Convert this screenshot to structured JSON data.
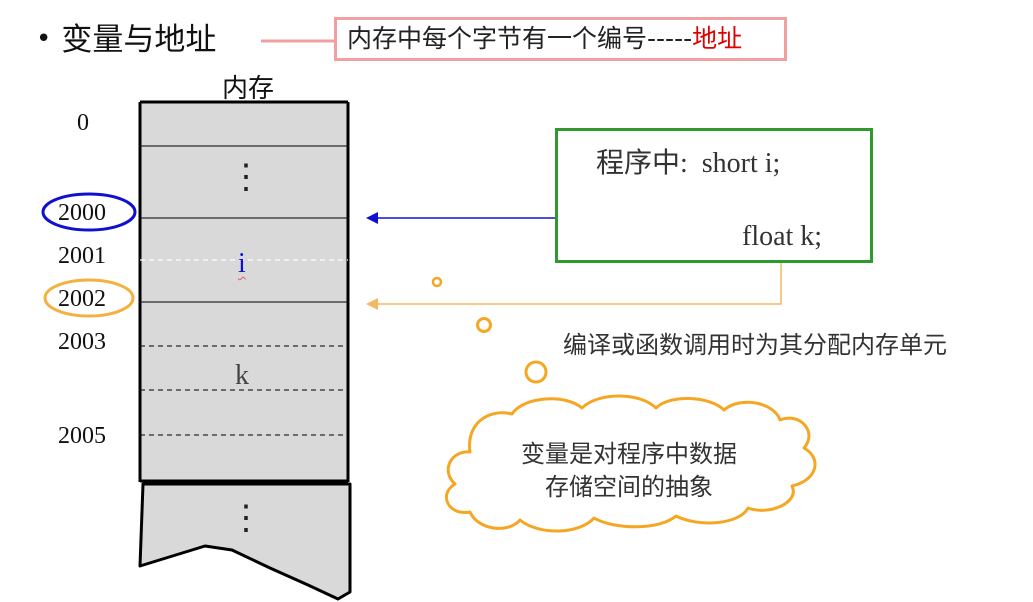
{
  "header": {
    "bullet": "•",
    "title": "变量与地址"
  },
  "note": {
    "text_main": "内存中每个字节有一个编号-----",
    "text_highlight": "地址"
  },
  "memory": {
    "label": "内存",
    "top_ellipsis": "⋮",
    "bottom_ellipsis": "⋮",
    "cell_i_label": "i",
    "cell_k_label": "k",
    "addresses": {
      "a0": "0",
      "a2000": "2000",
      "a2001": "2001",
      "a2002": "2002",
      "a2003": "2003",
      "a2005": "2005"
    }
  },
  "code": {
    "line1_prefix": "程序中:",
    "line1_code": "short  i;",
    "line2_code": "float  k;"
  },
  "alloc_note": "编译或函数调用时为其分配内存单元",
  "cloud": {
    "line1": "变量是对程序中数据",
    "line2": "存储空间的抽象"
  },
  "colors": {
    "blue": "#1010d0",
    "orange": "#f5a623",
    "green": "#2e9a2e",
    "pink": "#f0a0a0",
    "red": "#e00000",
    "memory_fill": "#d9d9d9"
  }
}
